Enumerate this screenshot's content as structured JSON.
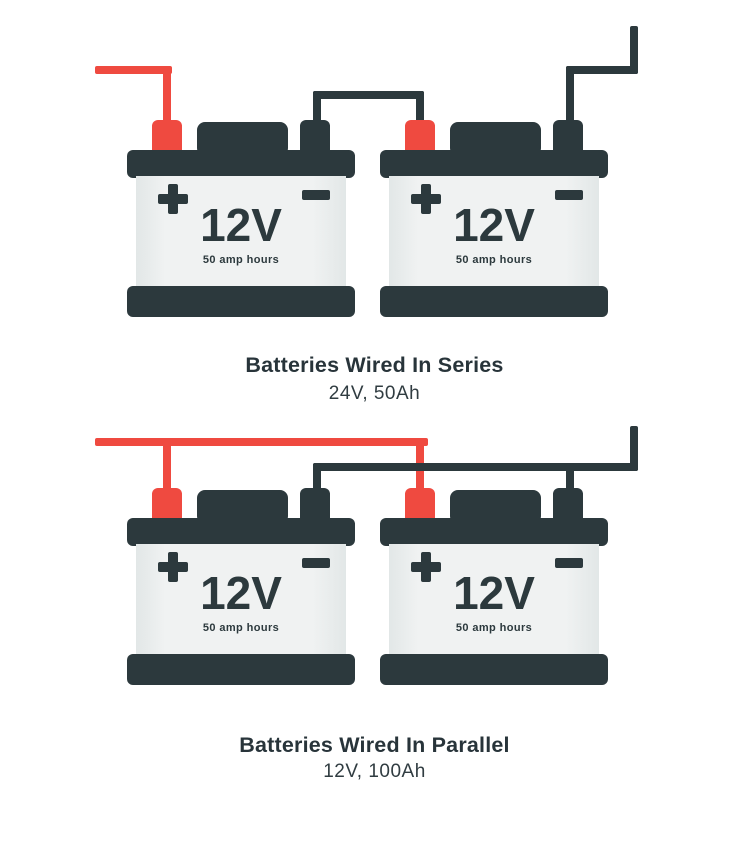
{
  "battery": {
    "voltage": "12V",
    "capacity": "50 amp hours"
  },
  "diagrams": {
    "series": {
      "title": "Batteries Wired In Series",
      "subtitle": "24V, 50Ah"
    },
    "parallel": {
      "title": "Batteries Wired In Parallel",
      "subtitle": "12V, 100Ah"
    }
  },
  "colors": {
    "wire_positive": "#ef4a40",
    "wire_negative": "#2c393d",
    "battery_dark": "#2c393d",
    "battery_body": "#f0f2f2",
    "background": "#ffffff"
  }
}
